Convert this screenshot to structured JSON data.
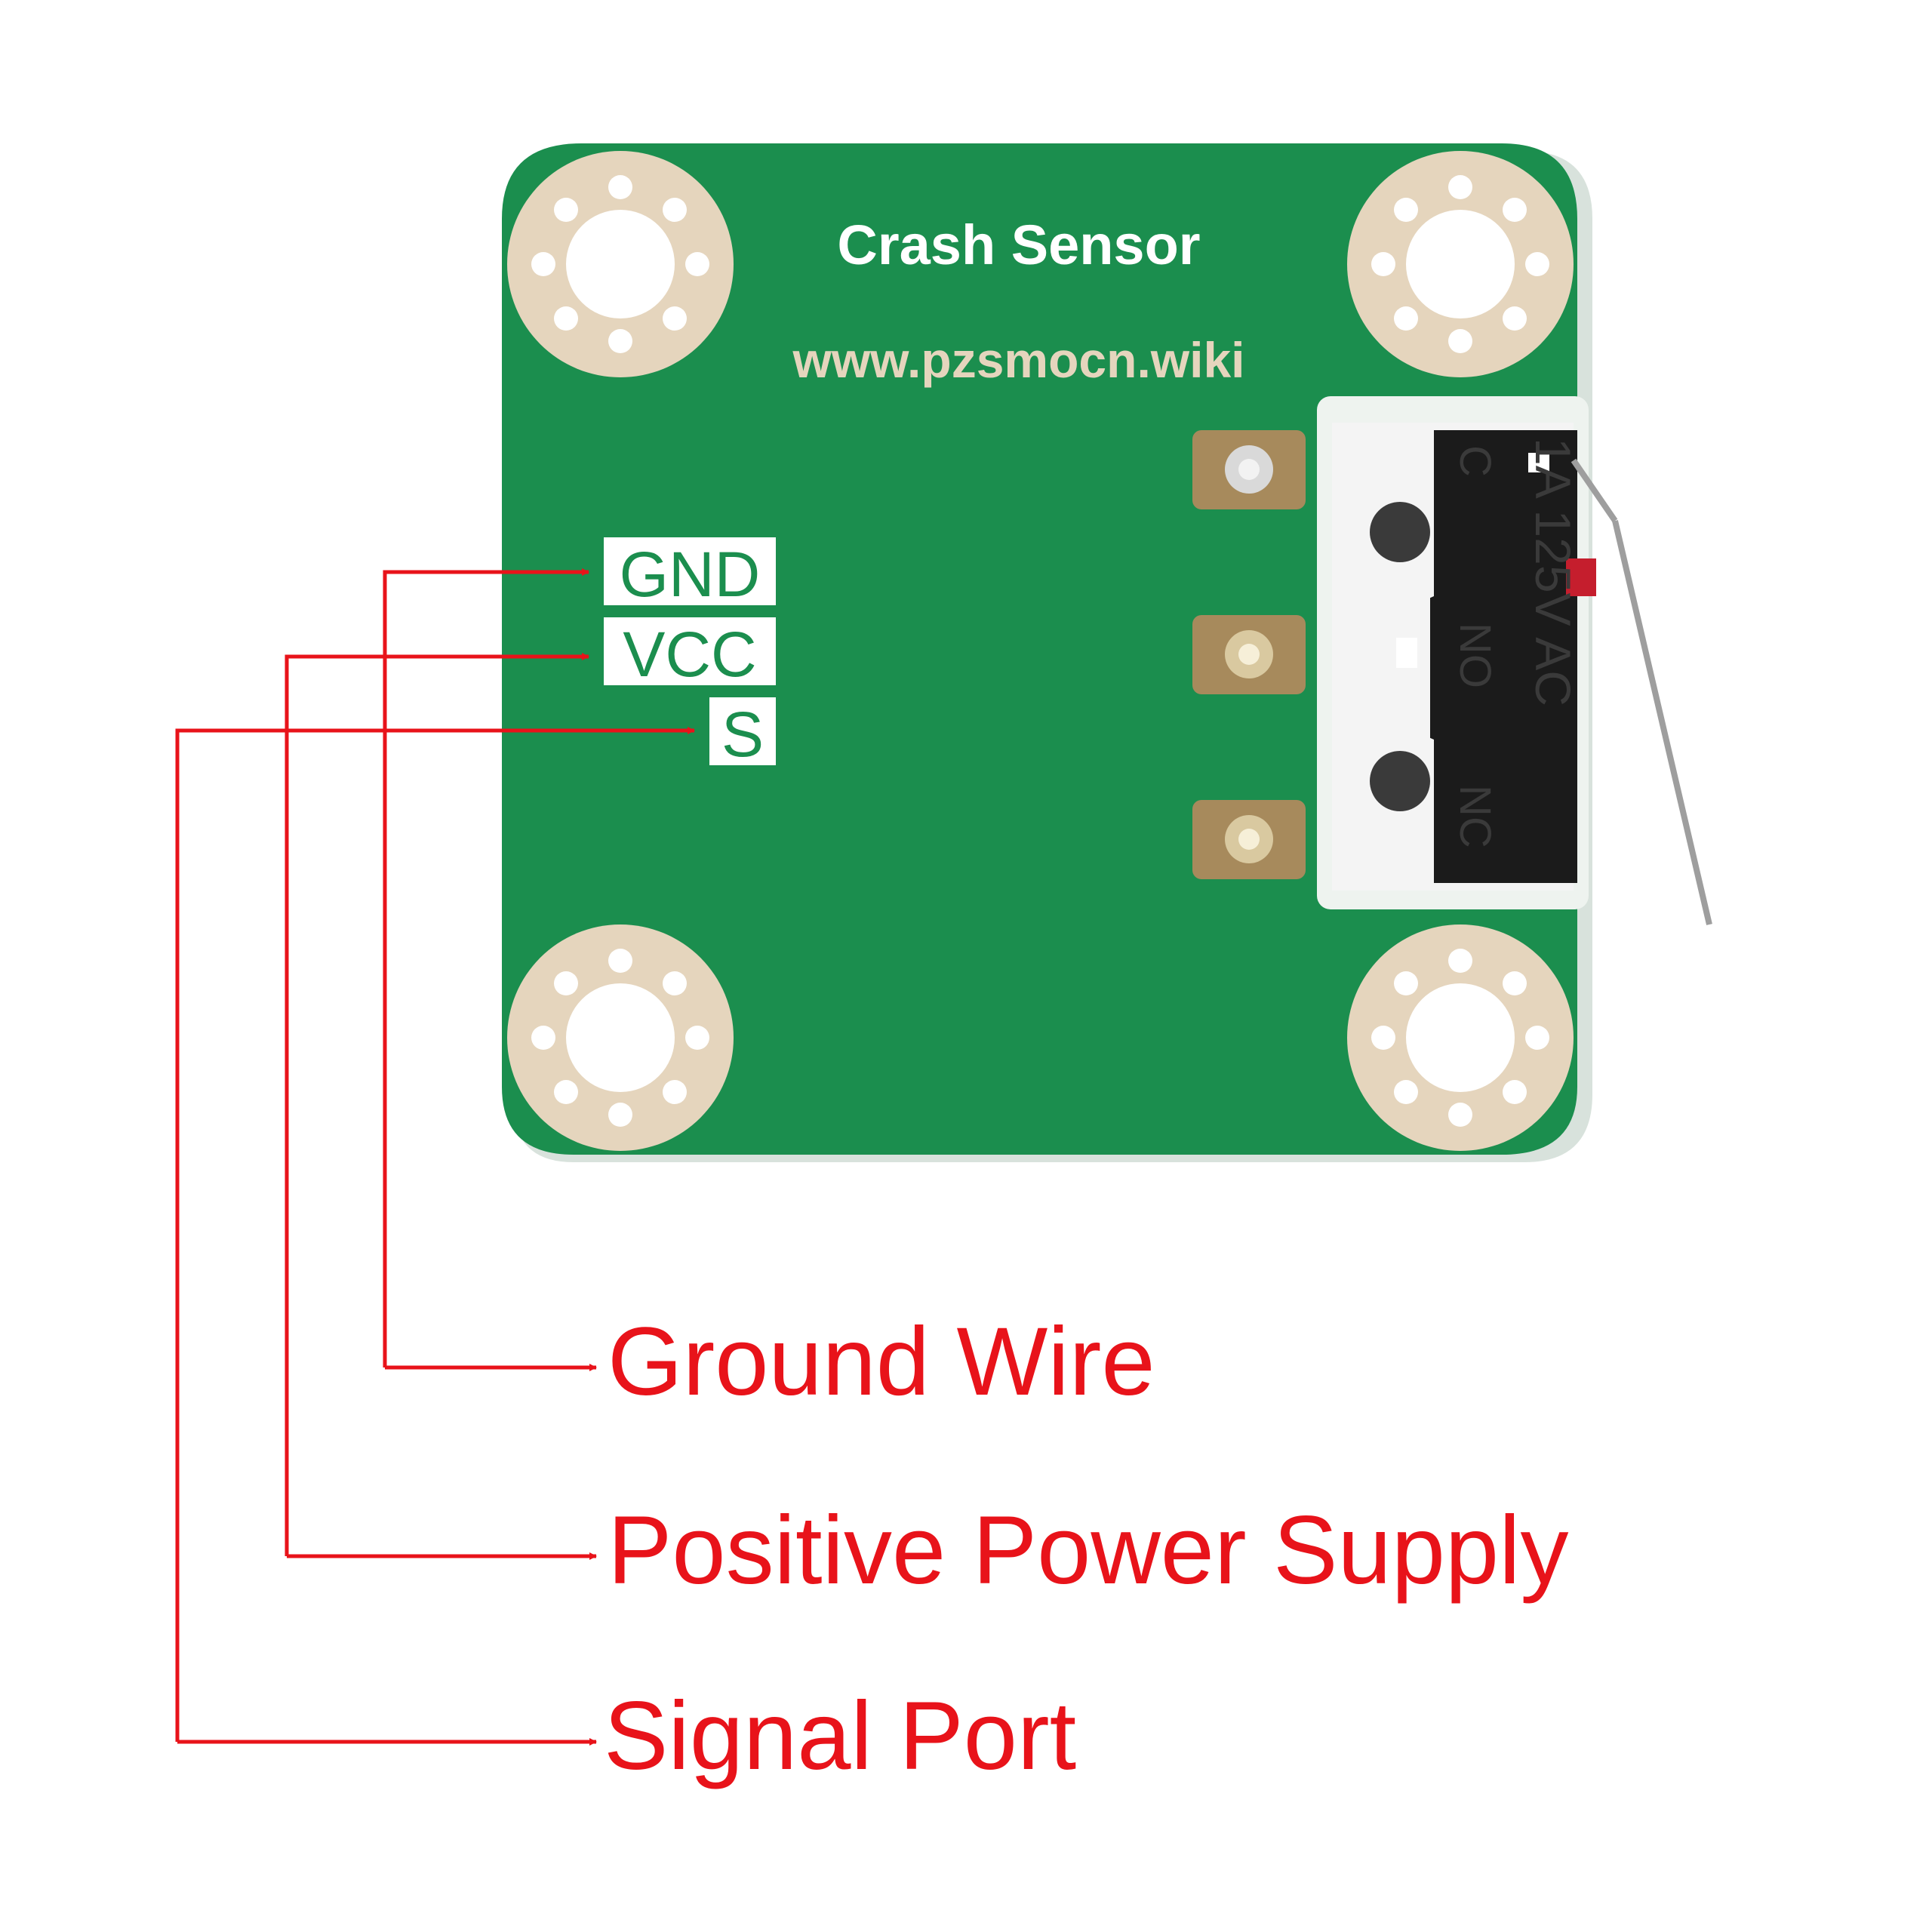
{
  "board": {
    "title": "Crash Sensor",
    "url": "www.pzsmocn.wiki",
    "pins": [
      "GND",
      "VCC",
      "S"
    ],
    "switch_marking": {
      "rating": "1A 125V AC",
      "common": "C",
      "no": "NO",
      "nc": "NC"
    }
  },
  "callouts": {
    "ground": "Ground Wire",
    "power": "Positive Power Supply",
    "signal": "Signal Port"
  },
  "colors": {
    "pcb": "#1b8e4e",
    "pad": "#e5d5bd",
    "arrow": "#e8131a",
    "switch_body": "#1b1b1b"
  }
}
